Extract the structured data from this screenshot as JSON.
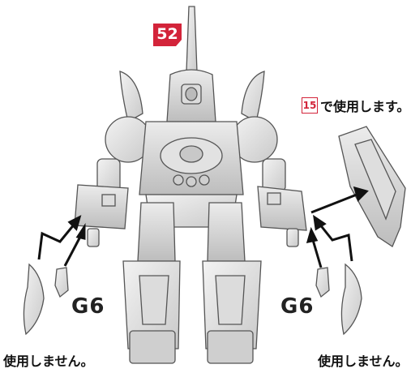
{
  "step": {
    "number": "52",
    "color": "#d3243a"
  },
  "reference": {
    "step": "15",
    "text": "で使用します。"
  },
  "parts": {
    "left_label": "G6",
    "right_label": "G6"
  },
  "notes": {
    "left": "使用しません。",
    "right": "使用しません。"
  }
}
